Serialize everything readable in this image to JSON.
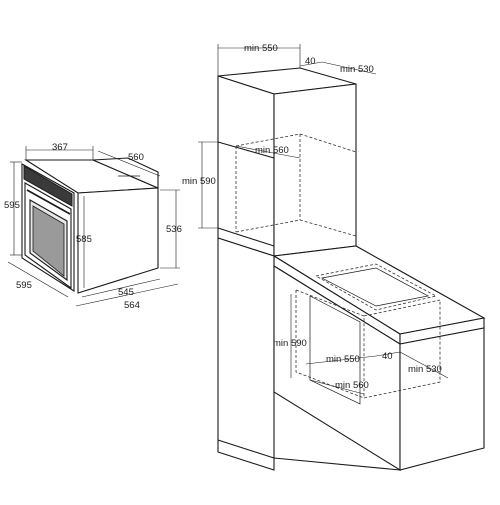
{
  "oven_dims": {
    "top_depth": "367",
    "depth": "560",
    "height_total": "595",
    "height_inner": "585",
    "height_side": "536",
    "width_front": "595",
    "width_inner": "545",
    "width_total": "564"
  },
  "tall_cabinet": {
    "min_width": "min 550",
    "offset": "40",
    "min_depth": "min 530",
    "niche_depth": "min 560",
    "niche_height": "min 590"
  },
  "base_cabinet": {
    "niche_height": "min 590",
    "min_width": "min 550",
    "offset": "40",
    "niche_depth": "min 560",
    "min_depth": "min 530"
  }
}
